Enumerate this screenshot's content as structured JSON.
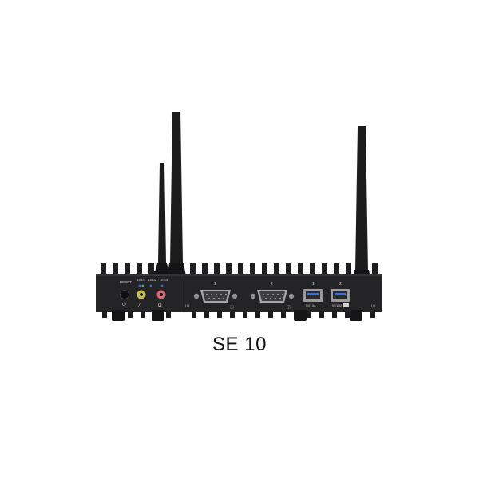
{
  "product": {
    "name": "SE 10",
    "labels": {
      "reset": "RESET",
      "led1": "LED1",
      "led2": "LED2",
      "led3": "LED3",
      "com1": "1",
      "com2": "2",
      "usb1": "1",
      "usb2": "2",
      "usb_spec1": "5V/1.5A",
      "usb_spec2": "5V/1.5A",
      "rear_mark": "| O"
    },
    "colors": {
      "body": "#222224",
      "antenna": "#1a1a1a",
      "audio_line_in": "#c9c04a",
      "audio_headphone": "#d86a74",
      "led_blue": "#2a6cf0",
      "led_green": "#3ac16b",
      "port_metal": "#9a9a9a"
    }
  }
}
